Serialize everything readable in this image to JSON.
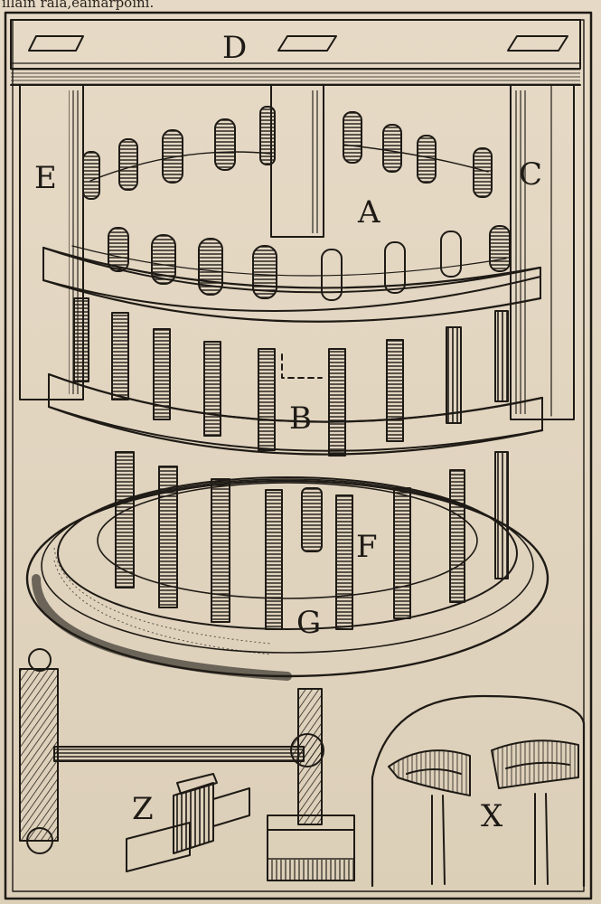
{
  "header_text": "ıllaın rala,eaınarpoını.",
  "labels": {
    "D": "D",
    "E": "E",
    "C": "C",
    "A": "A",
    "B": "B",
    "F": "F",
    "G": "G",
    "Z": "Z",
    "X": "X"
  },
  "colors": {
    "ink": "#1e1a15",
    "paper": "#e3d7c3"
  }
}
